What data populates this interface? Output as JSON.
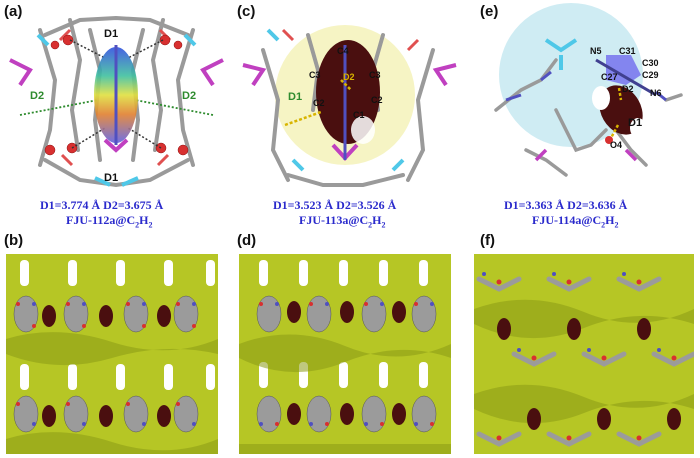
{
  "panels": {
    "a": {
      "label": "(a)",
      "d1_top": "D1",
      "d1_bottom": "D1",
      "d2_left": "D2",
      "d2_right": "D2",
      "distances": "D1=3.774 Å    D2=3.675 Å",
      "mof_name": "FJU-112a@C",
      "mof_sub1": "2",
      "mof_h": "H",
      "mof_sub2": "2"
    },
    "b": {
      "label": "(b)"
    },
    "c": {
      "label": "(c)",
      "atoms": {
        "c4": "C4",
        "c3a": "C3",
        "c3b": "C3",
        "d2": "D2",
        "c2a": "C2",
        "c2b": "C2",
        "c1": "C1",
        "d1": "D1"
      },
      "distances": "D1=3.523 Å    D2=3.526 Å",
      "mof_name": "FJU-113a@C",
      "mof_sub1": "2",
      "mof_h": "H",
      "mof_sub2": "2"
    },
    "d": {
      "label": "(d)"
    },
    "e": {
      "label": "(e)",
      "atoms": {
        "n5": "N5",
        "c31": "C31",
        "c30": "C30",
        "c29": "C29",
        "c27": "C27",
        "n6": "N6",
        "d2": "D2",
        "d1": "D1",
        "o4": "O4"
      },
      "distances": "D1=3.363 Å    D2=3.636 Å",
      "mof_name": "FJU-114a@C",
      "mof_sub1": "2",
      "mof_h": "H",
      "mof_sub2": "2"
    },
    "f": {
      "label": "(f)"
    }
  },
  "colors": {
    "framework_surface": "#b6c625",
    "surface_dark": "#7e8a12",
    "guest": "#4a0f0f",
    "text_blue": "#2a2acc",
    "d2_green": "#2e8b2e",
    "d1_yellow": "#d8b400",
    "node_cyan": "#4fc8e8",
    "node_magenta": "#c040c0"
  }
}
